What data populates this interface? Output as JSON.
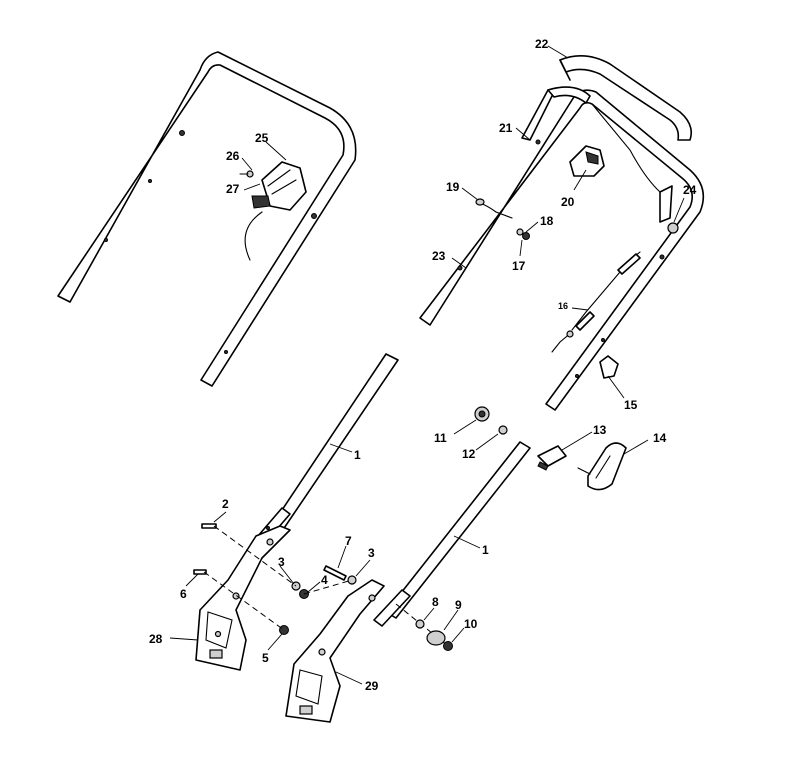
{
  "parts": {
    "p1": "1",
    "p2": "2",
    "p3": "3",
    "p4": "4",
    "p5": "5",
    "p6": "6",
    "p7": "7",
    "p8": "8",
    "p9": "9",
    "p10": "10",
    "p11": "11",
    "p12": "12",
    "p13": "13",
    "p14": "14",
    "p15": "15",
    "p16": "16",
    "p17": "17",
    "p18": "18",
    "p19": "19",
    "p20": "20",
    "p21": "21",
    "p22": "22",
    "p23": "23",
    "p24": "24",
    "p25": "25",
    "p26": "26",
    "p27": "27",
    "p28": "28",
    "p29": "29"
  }
}
